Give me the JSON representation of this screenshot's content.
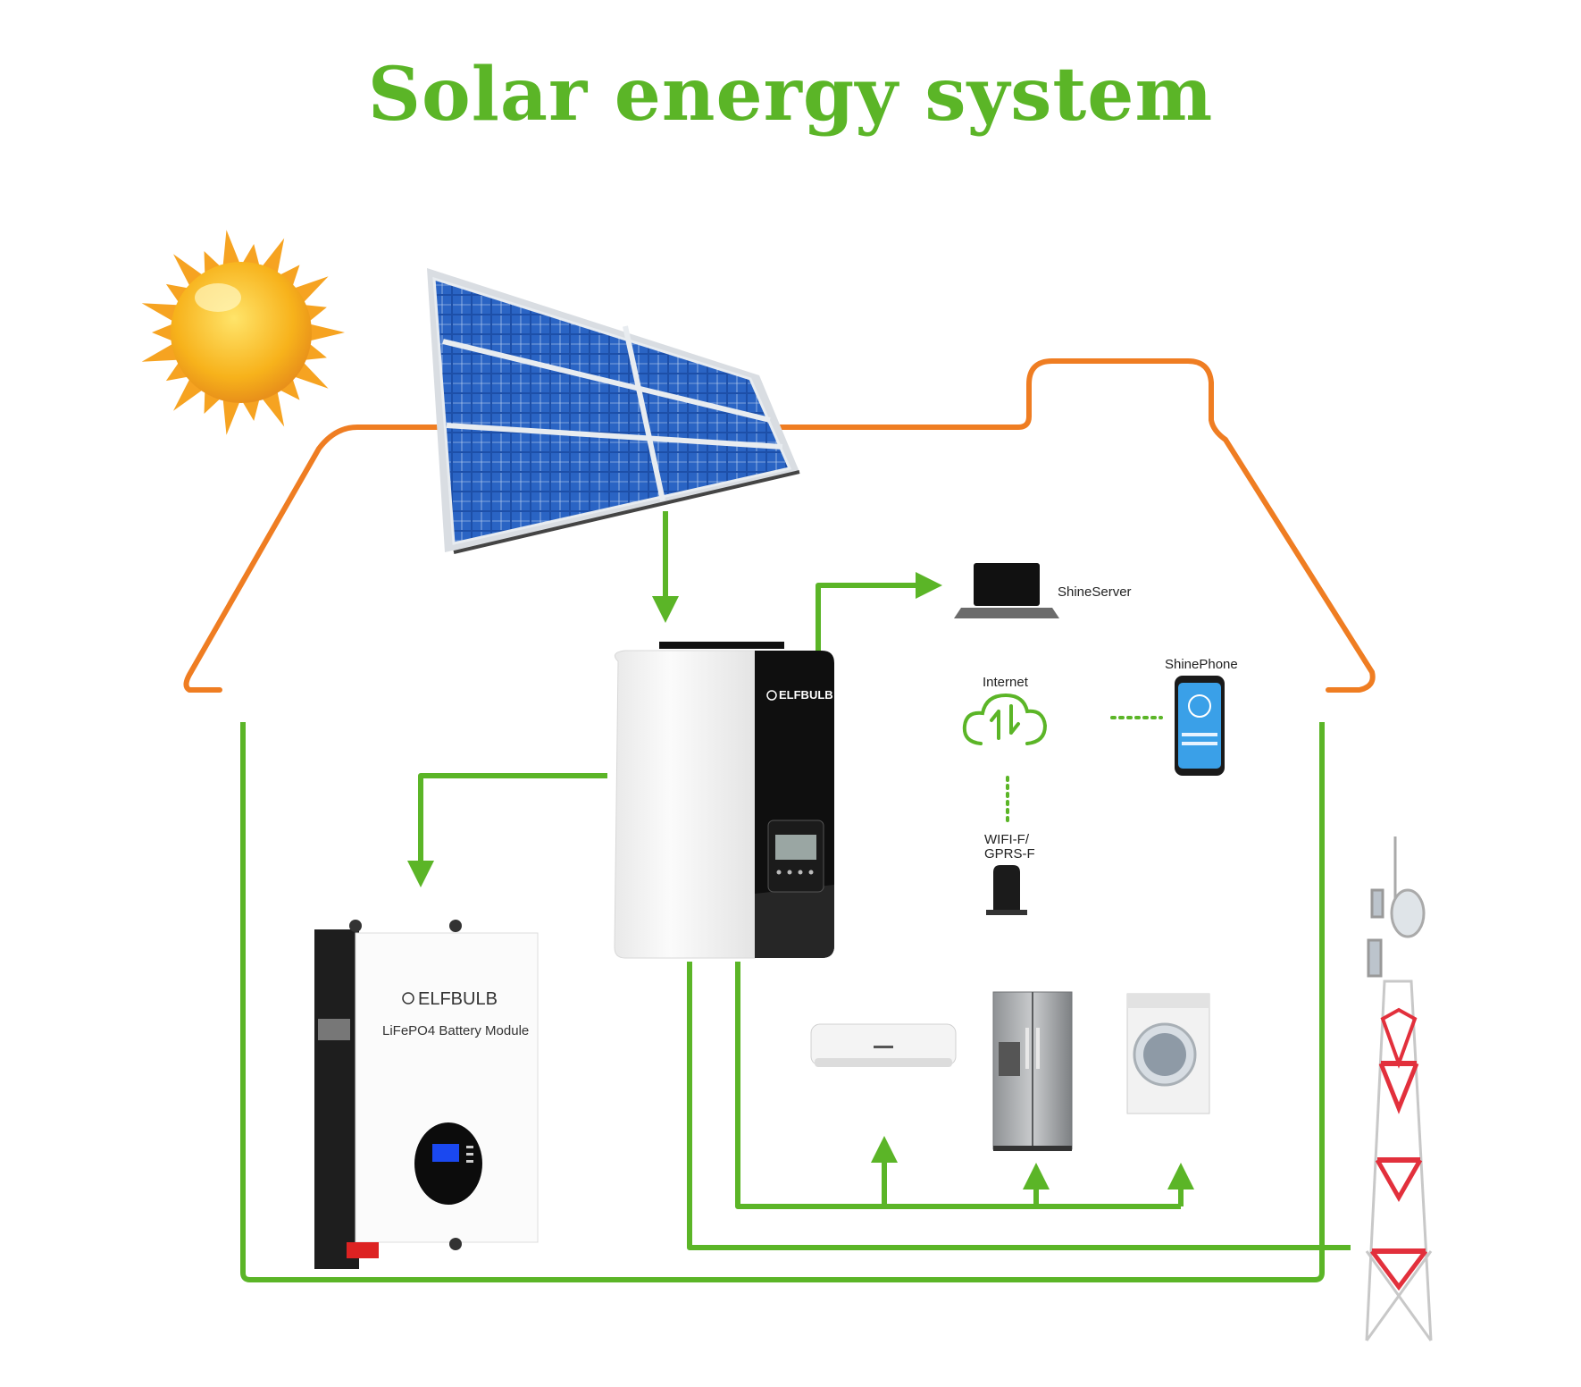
{
  "title": "Solar energy system",
  "colors": {
    "title": "#5bb527",
    "power_line": "#5bb527",
    "house_outline": "#ef7d22",
    "sun": "#f7b21b",
    "panel": "#1d4fa8",
    "tower": "#e2303c"
  },
  "labels": {
    "shine_server": "ShineServer",
    "internet": "Internet",
    "shine_phone": "ShinePhone",
    "wifi_line1": "WIFI-F/",
    "wifi_line2": "GPRS-F"
  },
  "inverter": {
    "brand": "ELFBULB"
  },
  "battery": {
    "brand": "ELFBULB",
    "model": "LiFePO4 Battery Module"
  },
  "icons": {
    "sun": "sun-icon",
    "solar_panel": "solar-panel-icon",
    "laptop": "laptop-icon",
    "cloud": "cloud-icon",
    "phone": "phone-icon",
    "wifi_module": "wifi-dongle-icon",
    "air_conditioner": "air-conditioner-icon",
    "fridge": "fridge-icon",
    "washer": "washing-machine-icon",
    "tower": "transmission-tower-icon"
  }
}
